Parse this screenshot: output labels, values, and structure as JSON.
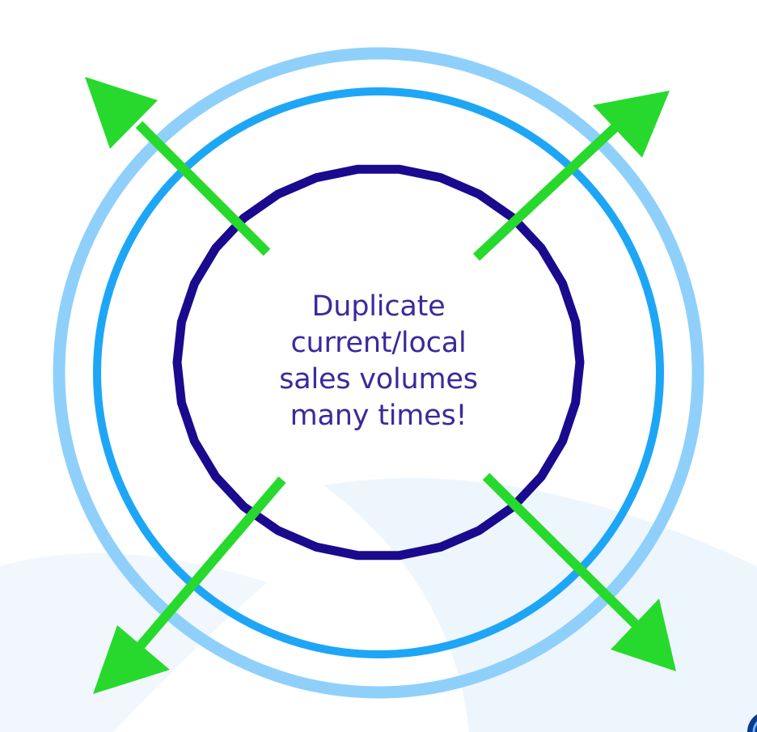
{
  "center_text_lines": [
    "Duplicate",
    "current/local",
    "sales volumes",
    "many times!"
  ],
  "colors": {
    "outer_ring": "#8fd0fb",
    "middle_ring": "#1ea6f6",
    "inner_ring": "#190a8e",
    "arrows": "#27d92c",
    "text": "#3a2a9c",
    "background_swoosh": "#eef6fd"
  },
  "icons": {
    "arrow_up_left": "arrow-up-left-icon",
    "arrow_up_right": "arrow-up-right-icon",
    "arrow_down_left": "arrow-down-left-icon",
    "arrow_down_right": "arrow-down-right-icon",
    "corner_logo": "partial-logo-icon"
  }
}
